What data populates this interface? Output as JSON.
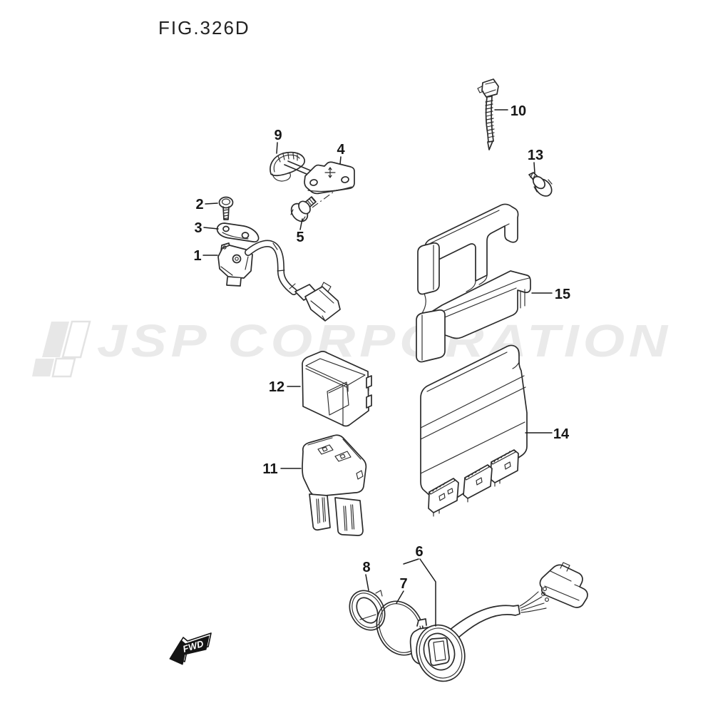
{
  "figure": {
    "title": "FIG.326D"
  },
  "watermark": {
    "text": "JSP CORPORATION",
    "color": "#eaeaea",
    "logo": "jsp-logo-mark"
  },
  "direction_label": {
    "text": "FWD"
  },
  "colors": {
    "background": "#ffffff",
    "line_art": "#2b2b2b",
    "label_text": "#161616"
  },
  "parts": [
    {
      "number": "1"
    },
    {
      "number": "2"
    },
    {
      "number": "3"
    },
    {
      "number": "4"
    },
    {
      "number": "5"
    },
    {
      "number": "6"
    },
    {
      "number": "7"
    },
    {
      "number": "8"
    },
    {
      "number": "9"
    },
    {
      "number": "10"
    },
    {
      "number": "11"
    },
    {
      "number": "12"
    },
    {
      "number": "13"
    },
    {
      "number": "14"
    },
    {
      "number": "15"
    }
  ]
}
